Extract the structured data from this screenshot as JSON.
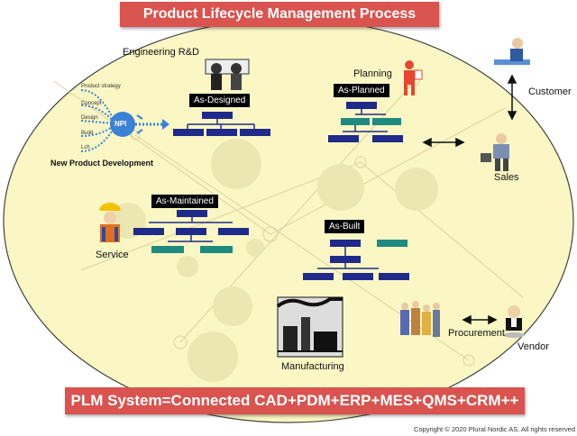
{
  "title": "Product Lifecycle Management Process",
  "bottom_banner": "PLM System=Connected CAD+PDM+ERP+MES+QMS+CRM++",
  "copyright": "Copyright © 2020 Plural Nordic AS. All rights reserved",
  "colors": {
    "banner": "#d9534f",
    "ellipse": "#faf7c4",
    "tree_navy": "#1f2a8a",
    "tree_teal": "#1f8a80",
    "npi_blue": "#3b82d6"
  },
  "labels": {
    "engineering": "Engineering R&D",
    "planning": "Planning",
    "customer": "Customer",
    "sales": "Sales",
    "npd": "New Product Development",
    "service": "Service",
    "procurement": "Procurement",
    "vendor": "Vendor",
    "manufacturing": "Manufacturing"
  },
  "boxes": {
    "designed": "As-Designed",
    "planned": "As-Planned",
    "maintained": "As-Maintained",
    "built": "As-Built"
  },
  "npi": {
    "hub": "NPI",
    "inputs": [
      "Product strategy",
      "Concept",
      "Design",
      "Build",
      "Lch"
    ]
  },
  "icons": [
    "engineers-icon",
    "planner-icon",
    "customer-icon",
    "salesman-icon",
    "service-worker-icon",
    "vendor-icon",
    "workers-icon",
    "factory-icon"
  ]
}
